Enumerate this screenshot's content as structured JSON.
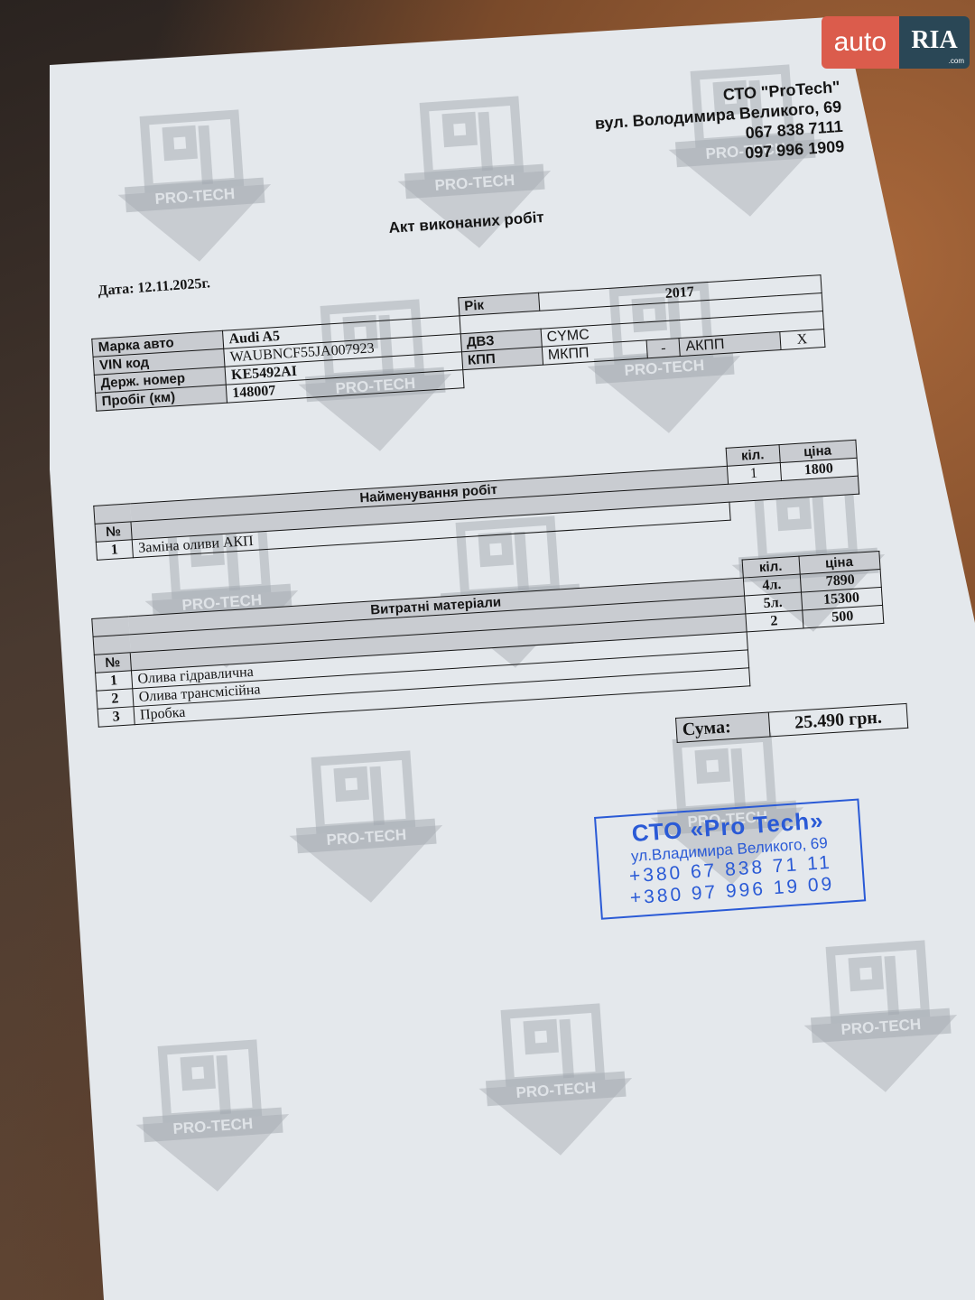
{
  "badge": {
    "auto": "auto",
    "ria": "RIA",
    "com": ".com"
  },
  "header": {
    "company": "СТО \"ProTech\"",
    "address": "вул. Володимира Великого, 69",
    "phone1": "067 838 7111",
    "phone2": "097 996 1909"
  },
  "title": "Акт виконаних робіт",
  "date": "Дата: 12.11.2025г.",
  "watermark_text": "PRO-TECH",
  "car": {
    "year_label": "Рік",
    "year": "2017",
    "make_label": "Марка авто",
    "make": "Audi A5",
    "vin_label": "VIN код",
    "vin": "WAUBNCF55JA007923",
    "engine_label": "ДВЗ",
    "engine": "CYMC",
    "plate_label": "Держ. номер",
    "plate": "KE5492AI",
    "gearbox_label": "КПП",
    "manual": "МКПП",
    "manual_mark": "-",
    "auto": "АКПП",
    "auto_mark": "X",
    "mileage_label": "Пробіг (км)",
    "mileage": "148007"
  },
  "works": {
    "title": "Найменування робіт",
    "qty_header": "кіл.",
    "price_header": "ціна",
    "num_header": "№",
    "rows": [
      {
        "num": "1",
        "name": "Заміна оливи АКП",
        "qty": "1",
        "price": "1800"
      }
    ]
  },
  "materials": {
    "title": "Витратні матеріали",
    "qty_header": "кіл.",
    "price_header": "ціна",
    "num_header": "№",
    "rows": [
      {
        "num": "1",
        "name": "Олива гідравлична",
        "qty": "4л.",
        "price": "7890"
      },
      {
        "num": "2",
        "name": "Олива трансмісійна",
        "qty": "5л.",
        "price": "15300"
      },
      {
        "num": "3",
        "name": "Пробка",
        "qty": "2",
        "price": "500"
      }
    ]
  },
  "sum": {
    "label": "Сума:",
    "value": "25.490 грн."
  },
  "stamp": {
    "name": "СТО «Pro Tech»",
    "address": "ул.Владимира Великого, 69",
    "phone1": "+380 67 838 71 11",
    "phone2": "+380 97 996 19 09"
  }
}
